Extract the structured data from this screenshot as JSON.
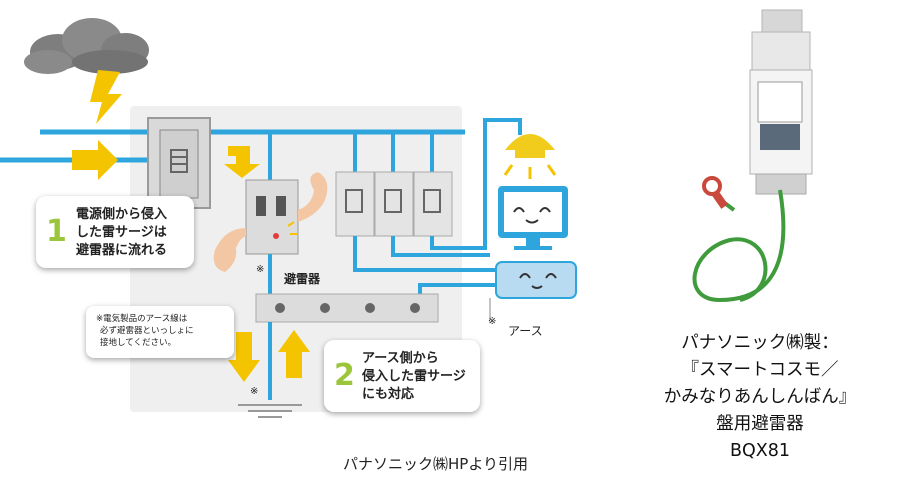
{
  "callout1": {
    "number": "1",
    "lines": [
      "電源側から侵入",
      "した雷サージは",
      "避雷器に流れる"
    ]
  },
  "callout2": {
    "number": "2",
    "lines": [
      "アース側から",
      "侵入した雷サージ",
      "にも対応"
    ]
  },
  "note": {
    "lines": [
      "※電気製品のアース線は",
      "必ず避雷器といっしょに",
      "接地してください。"
    ]
  },
  "labels": {
    "arrester": "避雷器",
    "earth": "アース",
    "mark_arrester": "※",
    "mark_earth": "※",
    "mark_ground": "※"
  },
  "caption": "パナソニック㈱HPより引用",
  "product": {
    "lines": [
      "パナソニック㈱製：",
      "『スマートコスモ／",
      "かみなりあんしんばん』",
      "盤用避雷器",
      "BQX81"
    ]
  },
  "colors": {
    "wire": "#2ea6dd",
    "arrow": "#f5c400",
    "accent_number": "#9bc63b",
    "cable": "#3f9b3b",
    "panel_bg": "#f0f0f0",
    "hand": "#f3c7a3"
  },
  "icons": [
    "thunder-cloud-icon",
    "lightning-bolt-icon",
    "ceiling-lamp-icon",
    "computer-monitor-icon",
    "router-device-icon",
    "surge-arrester-icon"
  ]
}
